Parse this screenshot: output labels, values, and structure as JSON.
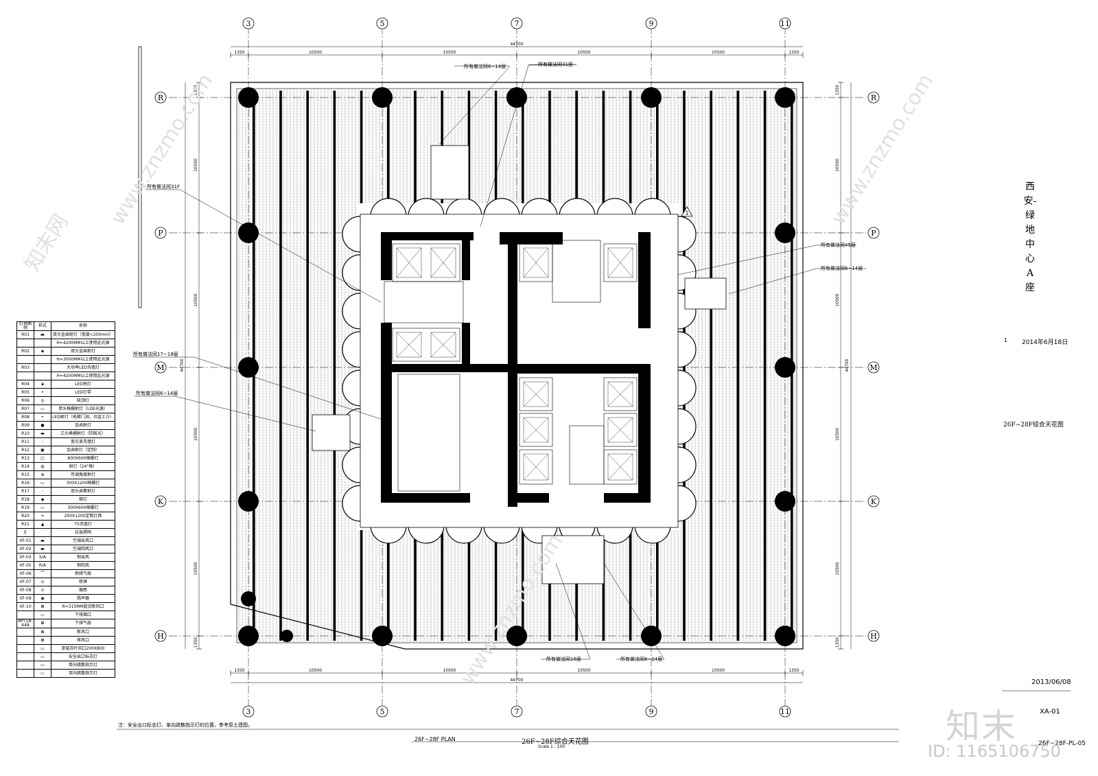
{
  "grid": {
    "columns": [
      "3",
      "5",
      "7",
      "9",
      "11"
    ],
    "rows": [
      "R",
      "P",
      "M",
      "K",
      "H"
    ],
    "dims_top": [
      "1350",
      "10500",
      "10500",
      "10500",
      "10500",
      "1350"
    ],
    "overall": "44700",
    "dims_side": [
      "1350",
      "10500",
      "10500",
      "10500",
      "10500",
      "1350"
    ]
  },
  "notes": {
    "n1": "所有做法同6~14层",
    "n2": "所有做法同31层",
    "n3": "所有做法同31F",
    "n4": "所有做法同45层",
    "n5": "所有做法同6~14层",
    "n6": "所有做法同17~18层",
    "n7": "所有做法同6~14层",
    "n8": "所有做法同16层",
    "n9": "所有做法同6~14层"
  },
  "revision_mark": "1",
  "legend": {
    "headers": [
      "灯具图例",
      "样式",
      "名称"
    ],
    "rows": [
      {
        "code": "R01",
        "sym": "▬",
        "name": "双头金卤射灯（宽度<200mm）"
      },
      {
        "code": "",
        "sym": "",
        "name": "H=4200MM以上使用此光源"
      },
      {
        "code": "R02",
        "sym": "▪",
        "name": "双头金卤射灯"
      },
      {
        "code": "",
        "sym": "",
        "name": "H=3000MM以上使用此光源"
      },
      {
        "code": "R03",
        "sym": "·",
        "name": "大功率LED洗墙灯"
      },
      {
        "code": "",
        "sym": "",
        "name": "H=4200MM以上使用此光源"
      },
      {
        "code": "R04",
        "sym": "◈",
        "name": "LED地灯"
      },
      {
        "code": "R05",
        "sym": "•",
        "name": "LED灯带"
      },
      {
        "code": "R06",
        "sym": "◎",
        "name": "吸顶灯"
      },
      {
        "code": "R07",
        "sym": "▭",
        "name": "单头格栅射灯（LDE光源）"
      },
      {
        "code": "R08",
        "sym": "•",
        "name": "LED射灯（电梯门洞，台盆上方）"
      },
      {
        "code": "R09",
        "sym": "●",
        "name": "金卤射灯"
      },
      {
        "code": "R10",
        "sym": "▬",
        "name": "三头格栅射灯（防眩光）"
      },
      {
        "code": "R11",
        "sym": "◦",
        "name": "宽光束洗墙灯"
      },
      {
        "code": "R12",
        "sym": "▣",
        "name": "金卤射灯（定制）"
      },
      {
        "code": "R13",
        "sym": "□",
        "name": "600X600格栅灯"
      },
      {
        "code": "R14",
        "sym": "◍",
        "name": "射灯（24°角）"
      },
      {
        "code": "R15",
        "sym": "⊕",
        "name": "可调角度射灯"
      },
      {
        "code": "R16",
        "sym": "▭",
        "name": "300X1200格栅灯"
      },
      {
        "code": "R17",
        "sym": "◦",
        "name": "双头卤素射灯"
      },
      {
        "code": "R18",
        "sym": "◆",
        "name": "筒灯"
      },
      {
        "code": "R19",
        "sym": "▭",
        "name": "300X600格栅灯"
      },
      {
        "code": "R20",
        "sym": "━",
        "name": "200X1200定制灯具"
      },
      {
        "code": "R21",
        "sym": "▲",
        "name": "T5洗墙灯"
      },
      {
        "code": "E",
        "sym": "",
        "name": "应急照明"
      },
      {
        "code": "XF-01",
        "sym": "▬",
        "name": "空调出风口"
      },
      {
        "code": "XF-02",
        "sym": "▬",
        "name": "空调回风口"
      },
      {
        "code": "XF-03",
        "sym": "S/A",
        "name": "侧出风"
      },
      {
        "code": "XF-05",
        "sym": "R/A",
        "name": "侧回风"
      },
      {
        "code": "XF-06",
        "sym": "⌒",
        "name": "侧排气扇"
      },
      {
        "code": "XF-07",
        "sym": "⊙",
        "name": "喷淋"
      },
      {
        "code": "XF-08",
        "sym": "⊙",
        "name": "烟感"
      },
      {
        "code": "XF-09",
        "sym": "◉",
        "name": "扬声器"
      },
      {
        "code": "XF-10",
        "sym": "⊠",
        "name": "R=315MM旋流新风口"
      },
      {
        "code": "",
        "sym": "▭",
        "name": "下排烟口"
      },
      {
        "code": "BPT18-44A",
        "sym": "⊠",
        "name": "下排气扇"
      },
      {
        "code": "",
        "sym": "⊠",
        "name": "新风口"
      },
      {
        "code": "",
        "sym": "⊠",
        "name": "排风口"
      },
      {
        "code": "",
        "sym": "▭",
        "name": "单层百叶风口200X800"
      },
      {
        "code": "",
        "sym": "▭",
        "name": "安全出口标志灯"
      },
      {
        "code": "",
        "sym": "▭",
        "name": "单向疏散指示灯"
      },
      {
        "code": "",
        "sym": "▭",
        "name": "双向疏散指示灯"
      }
    ]
  },
  "footnote": "注：安全出口标志灯、单向疏散指示灯的位置，参考原土建图。",
  "bottom": {
    "tag": "26F~28F PLAN",
    "title": "26F~28F综合天花图",
    "scale": "Scale 1 : 100"
  },
  "titleblock": {
    "project": "西安-绿地中心A座",
    "rev_no": "1",
    "rev_date": "2014年6月18日",
    "sheet_title": "26F~28F综合天花图",
    "date": "2013/06/08",
    "sheet_no": "XA-01",
    "sheet_code": "26F~28F-PL-05"
  },
  "watermark": {
    "site": "www.znzmo.com",
    "brand": "知末",
    "cn": "知末网",
    "id": "ID: 1165106750"
  }
}
